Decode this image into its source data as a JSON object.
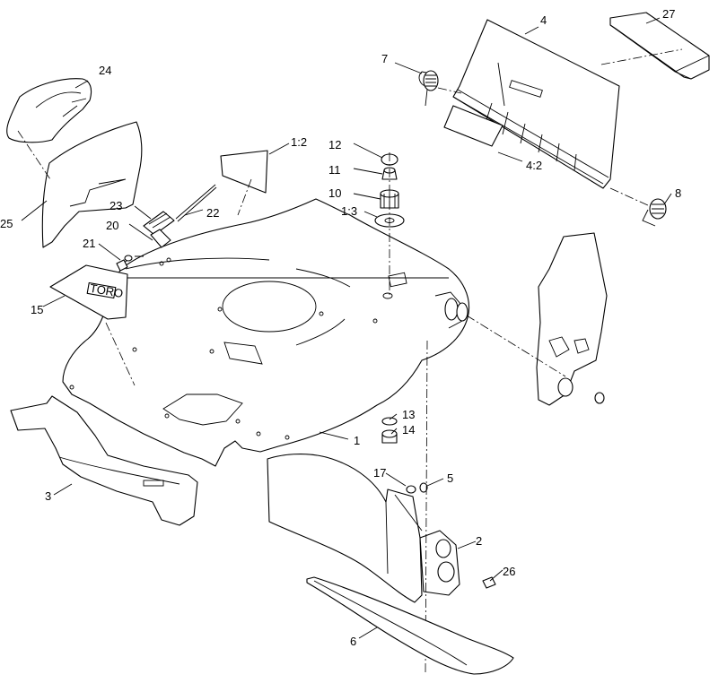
{
  "callouts": [
    {
      "id": "1",
      "label": "1"
    },
    {
      "id": "1-2",
      "label": "1:2"
    },
    {
      "id": "1-3",
      "label": "1:3"
    },
    {
      "id": "2",
      "label": "2"
    },
    {
      "id": "3",
      "label": "3"
    },
    {
      "id": "4",
      "label": "4"
    },
    {
      "id": "4-2",
      "label": "4:2"
    },
    {
      "id": "5",
      "label": "5"
    },
    {
      "id": "6",
      "label": "6"
    },
    {
      "id": "7",
      "label": "7"
    },
    {
      "id": "8",
      "label": "8"
    },
    {
      "id": "10",
      "label": "10"
    },
    {
      "id": "11",
      "label": "11"
    },
    {
      "id": "12",
      "label": "12"
    },
    {
      "id": "13",
      "label": "13"
    },
    {
      "id": "14",
      "label": "14"
    },
    {
      "id": "15",
      "label": "15"
    },
    {
      "id": "17",
      "label": "17"
    },
    {
      "id": "20",
      "label": "20"
    },
    {
      "id": "21",
      "label": "21"
    },
    {
      "id": "22",
      "label": "22"
    },
    {
      "id": "23",
      "label": "23"
    },
    {
      "id": "24",
      "label": "24"
    },
    {
      "id": "25",
      "label": "25"
    },
    {
      "id": "26",
      "label": "26"
    },
    {
      "id": "27",
      "label": "27"
    }
  ],
  "decal_logo": "TORO"
}
